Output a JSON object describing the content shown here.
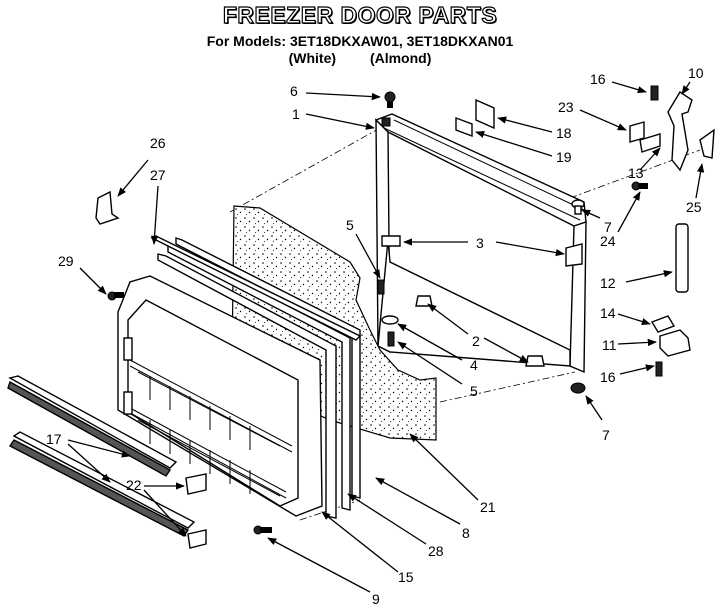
{
  "header": {
    "title": "FREEZER DOOR PARTS",
    "models_line": "For Models: 3ET18DKXAW01, 3ET18DKXAN01",
    "color_white": "(White)",
    "color_almond": "(Almond)"
  },
  "callouts": [
    {
      "id": "c6",
      "label": "6"
    },
    {
      "id": "c1",
      "label": "1"
    },
    {
      "id": "c18",
      "label": "18"
    },
    {
      "id": "c19",
      "label": "19"
    },
    {
      "id": "c16a",
      "label": "16"
    },
    {
      "id": "c10",
      "label": "10"
    },
    {
      "id": "c23",
      "label": "23"
    },
    {
      "id": "c26",
      "label": "26"
    },
    {
      "id": "c27",
      "label": "27"
    },
    {
      "id": "c13",
      "label": "13"
    },
    {
      "id": "c25",
      "label": "25"
    },
    {
      "id": "c5a",
      "label": "5"
    },
    {
      "id": "c7a",
      "label": "7"
    },
    {
      "id": "c3",
      "label": "3"
    },
    {
      "id": "c24",
      "label": "24"
    },
    {
      "id": "c29",
      "label": "29"
    },
    {
      "id": "c12",
      "label": "12"
    },
    {
      "id": "c2",
      "label": "2"
    },
    {
      "id": "c14",
      "label": "14"
    },
    {
      "id": "c4",
      "label": "4"
    },
    {
      "id": "c11",
      "label": "11"
    },
    {
      "id": "c5b",
      "label": "5"
    },
    {
      "id": "c16b",
      "label": "16"
    },
    {
      "id": "c7b",
      "label": "7"
    },
    {
      "id": "c17",
      "label": "17"
    },
    {
      "id": "c22",
      "label": "22"
    },
    {
      "id": "c21",
      "label": "21"
    },
    {
      "id": "c8",
      "label": "8"
    },
    {
      "id": "c28",
      "label": "28"
    },
    {
      "id": "c15",
      "label": "15"
    },
    {
      "id": "c9",
      "label": "9"
    }
  ]
}
